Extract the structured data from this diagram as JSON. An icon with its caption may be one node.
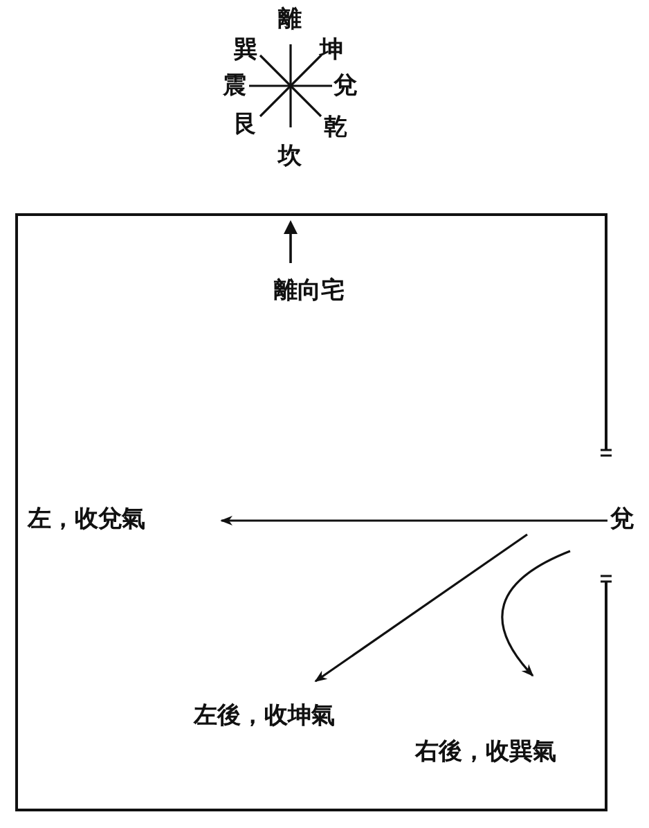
{
  "diagram": {
    "nodes": [
      {
        "text": [
          "離向宅"
        ]
      },
      {
        "text": [
          "左，收兌氣"
        ],
        "in": 0
      },
      {
        "text": [
          "兌"
        ]
      },
      {
        "text": [
          "左後，收坤氣"
        ],
        "in": 0
      },
      {
        "text": [
          "右後，收巽氣"
        ],
        "in": 0
      }
    ],
    "edges": [
      {
        "from": 2,
        "to": 1,
        "arrow": "to"
      },
      {
        "from": 2,
        "to": 3,
        "arrow": "to"
      },
      {
        "from": 2,
        "to": 4,
        "arrow": "to"
      }
    ],
    "labels": [
      "離",
      "巽",
      "坤",
      "震",
      "兌",
      "艮",
      "乾",
      "坎"
    ]
  }
}
